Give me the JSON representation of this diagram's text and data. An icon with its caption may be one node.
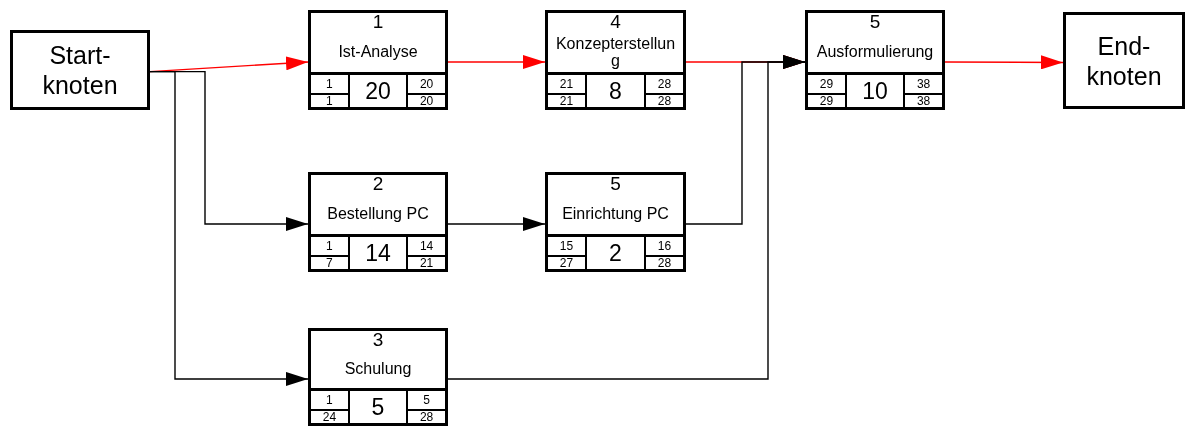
{
  "diagram": {
    "nodes": [
      {
        "text": [
          "Start- knoten"
        ]
      },
      {
        "text": [
          "1",
          "Ist-Analyse",
          "1",
          "20",
          "20",
          "1",
          "20"
        ]
      },
      {
        "text": [
          "4",
          "Konzepterstellung",
          "21",
          "8",
          "28",
          "21",
          "28"
        ]
      },
      {
        "text": [
          "5",
          "Ausformulierung",
          "29",
          "10",
          "38",
          "29",
          "38"
        ]
      },
      {
        "text": [
          "End- knoten"
        ]
      },
      {
        "text": [
          "2",
          "Bestellung PC",
          "1",
          "14",
          "14",
          "7",
          "21"
        ]
      },
      {
        "text": [
          "5",
          "Einrichtung PC",
          "15",
          "2",
          "16",
          "27",
          "28"
        ]
      },
      {
        "text": [
          "3",
          "Schulung",
          "1",
          "5",
          "5",
          "24",
          "28"
        ]
      }
    ],
    "edges": [
      {
        "from": 0,
        "to": 1,
        "arrow": "to",
        "color": "#ff0000"
      },
      {
        "from": 0,
        "to": 5,
        "arrow": "to"
      },
      {
        "from": 0,
        "to": 7,
        "arrow": "to"
      },
      {
        "from": 1,
        "to": 2,
        "arrow": "to",
        "color": "#ff0000"
      },
      {
        "from": 5,
        "to": 6,
        "arrow": "to"
      },
      {
        "from": 2,
        "to": 3,
        "arrow": "to",
        "color": "#ff0000"
      },
      {
        "from": 6,
        "to": 3,
        "arrow": "to"
      },
      {
        "from": 7,
        "to": 3,
        "arrow": "to"
      },
      {
        "from": 3,
        "to": 4,
        "arrow": "to",
        "color": "#ff0000"
      }
    ]
  }
}
